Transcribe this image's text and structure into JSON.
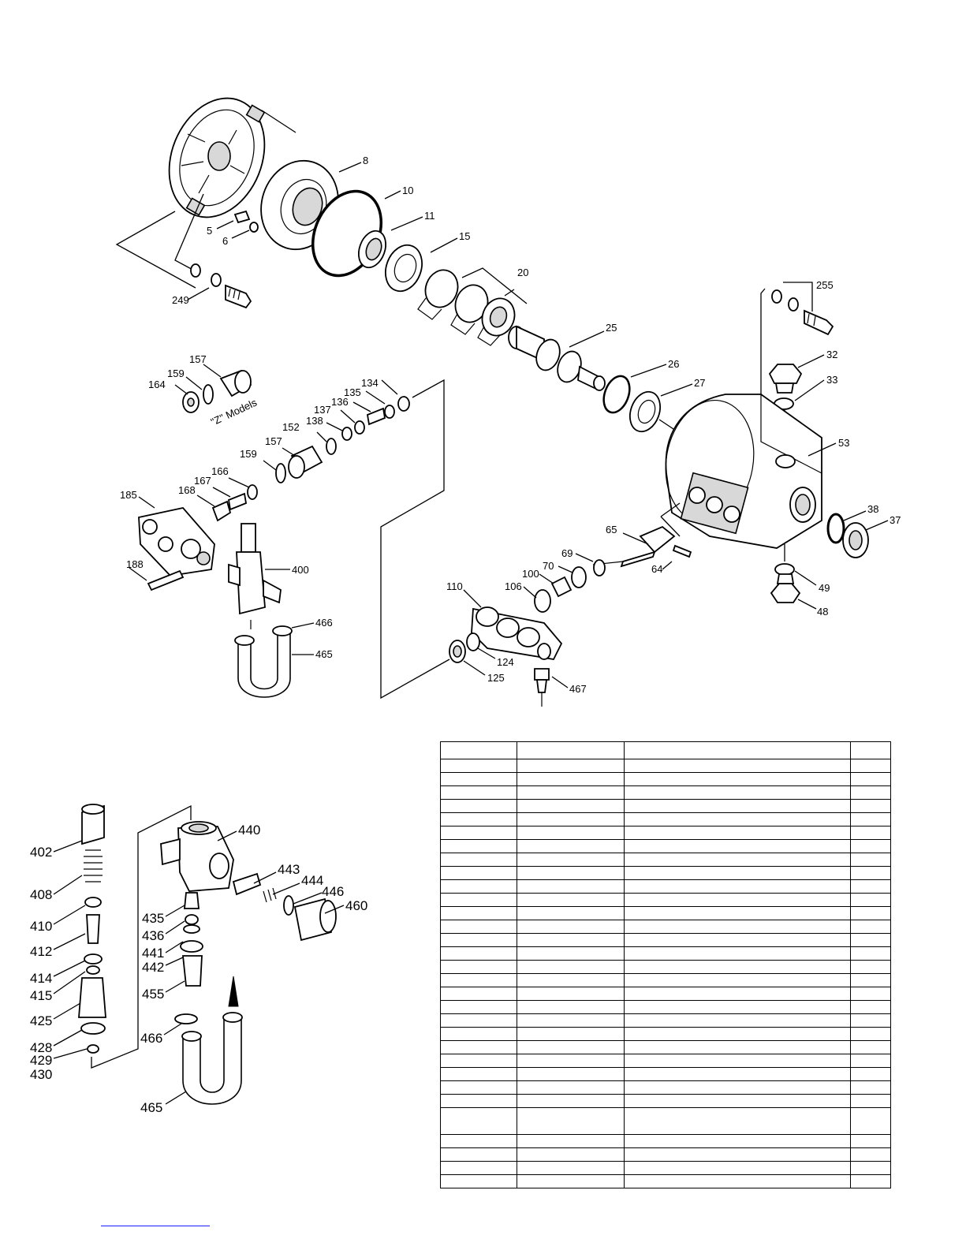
{
  "callouts": {
    "c5": "5",
    "c6": "6",
    "c8": "8",
    "c10": "10",
    "c11": "11",
    "c15": "15",
    "c20": "20",
    "c25": "25",
    "c26": "26",
    "c27": "27",
    "c32": "32",
    "c33": "33",
    "c37": "37",
    "c38": "38",
    "c48": "48",
    "c49": "49",
    "c53": "53",
    "c64": "64",
    "c65": "65",
    "c69": "69",
    "c70": "70",
    "c100": "100",
    "c106": "106",
    "c110": "110",
    "c124": "124",
    "c125": "125",
    "c134": "134",
    "c135": "135",
    "c136": "136",
    "c137": "137",
    "c138": "138",
    "c152": "152",
    "c157a": "157",
    "c157b": "157",
    "c159a": "159",
    "c159b": "159",
    "c164": "164",
    "c166": "166",
    "c167": "167",
    "c168": "168",
    "c185": "185",
    "c188": "188",
    "c249": "249",
    "c255": "255",
    "c400": "400",
    "c465a": "465",
    "c466a": "466",
    "c467": "467"
  },
  "z_models_label": "\"Z\" Models",
  "detail_callouts": {
    "c402": "402",
    "c408": "408",
    "c410": "410",
    "c412": "412",
    "c414": "414",
    "c415": "415",
    "c425": "425",
    "c428": "428",
    "c429": "429",
    "c430": "430",
    "c435": "435",
    "c436": "436",
    "c440": "440",
    "c441": "441",
    "c442": "442",
    "c443": "443",
    "c444": "444",
    "c446": "446",
    "c455": "455",
    "c460": "460",
    "c465b": "465",
    "c466b": "466"
  },
  "parts_table": {
    "columns": 4,
    "rows": 32
  }
}
